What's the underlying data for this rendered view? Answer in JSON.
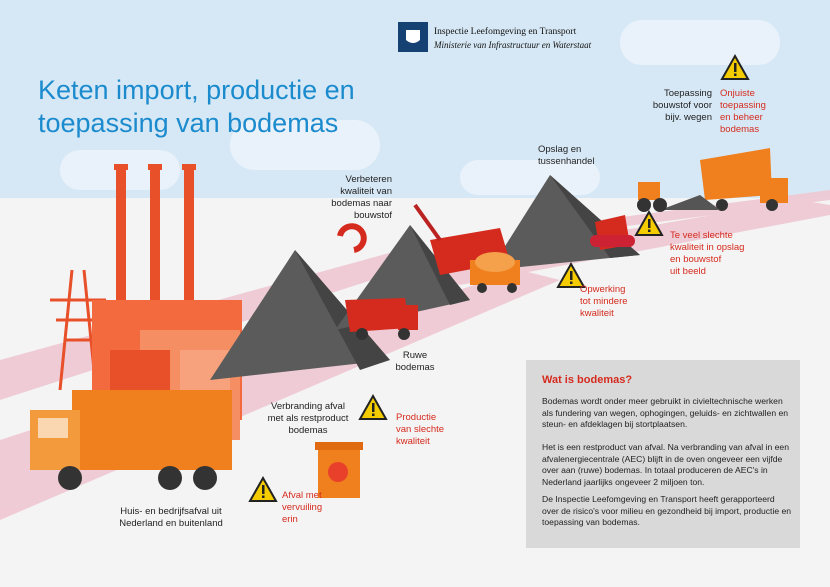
{
  "header": {
    "org_name": "Inspectie Leefomgeving en Transport",
    "ministry": "Ministerie van Infrastructuur en Waterstaat"
  },
  "title": {
    "line1": "Keten import, productie en",
    "line2": "toepassing van bodemas"
  },
  "labels": {
    "huisafval": [
      "Huis- en bedrijfsafval uit",
      "Nederland en buitenland"
    ],
    "verbranding": [
      "Verbranding afval",
      "met als restproduct",
      "bodemas"
    ],
    "ruwe": [
      "Ruwe",
      "bodemas"
    ],
    "verbeteren": [
      "Verbeteren",
      "kwaliteit van",
      "bodemas naar",
      "bouwstof"
    ],
    "opslag": [
      "Opslag en",
      "tussenhandel"
    ],
    "toepassing": [
      "Toepassing",
      "bouwstof voor",
      "bijv. wegen"
    ]
  },
  "warnings": {
    "afval": [
      "Afval met",
      "vervuiling",
      "erin"
    ],
    "productie": [
      "Productie",
      "van slechte",
      "kwaliteit"
    ],
    "opwerking": [
      "Opwerking",
      "tot mindere",
      "kwaliteit"
    ],
    "teveel": [
      "Te veel slechte",
      "kwaliteit in opslag",
      "en bouwstof",
      "uit beeld"
    ],
    "onjuiste": [
      "Onjuiste",
      "toepassing",
      "en beheer",
      "bodemas"
    ]
  },
  "info_box": {
    "heading": "Wat is bodemas?",
    "p1": "Bodemas wordt onder meer gebruikt in civieltechnische werken als fundering van wegen, ophogingen, geluids- en zichtwallen en steun- en afdeklagen bij stortplaatsen.",
    "p2": "Het is een restproduct van afval. Na verbranding van afval in een afvalenergiecentrale (AEC) blijft in de oven ongeveer een vijfde over aan (ruwe) bodemas. In totaal produceren de AEC's in Nederland jaarlijks ongeveer 2 miljoen ton.",
    "p3": "De Inspectie Leefomgeving en Transport heeft gerapporteerd over de risico's voor milieu en gezondheid bij import, productie en toepassing van bodemas."
  },
  "colors": {
    "sky": "#d6e8f5",
    "road": "#efc7d3",
    "orange": "#f0801e",
    "red": "#d52b1e",
    "ash": "#666666",
    "title": "#1b8bce",
    "box": "#d9d9d9"
  },
  "icons": [
    "logo-crest-icon",
    "warning-icon",
    "magnet-icon"
  ]
}
